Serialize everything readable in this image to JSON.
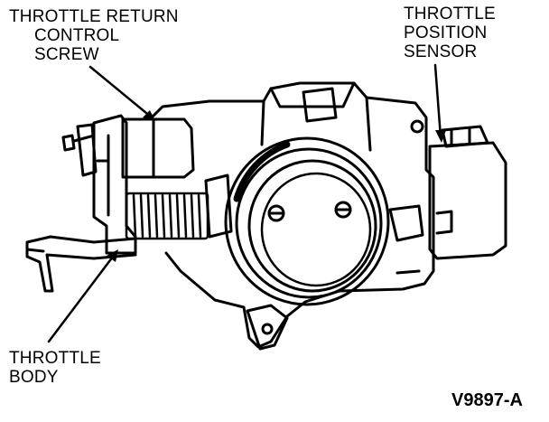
{
  "labels": {
    "return_screw": [
      "THROTTLE RETURN",
      "CONTROL",
      "SCREW"
    ],
    "position_sensor": [
      "THROTTLE",
      "POSITION",
      "SENSOR"
    ],
    "throttle_body": [
      "THROTTLE",
      "BODY"
    ]
  },
  "figure_id": "V9897-A",
  "colors": {
    "ink": "#000000",
    "paper": "#ffffff"
  }
}
